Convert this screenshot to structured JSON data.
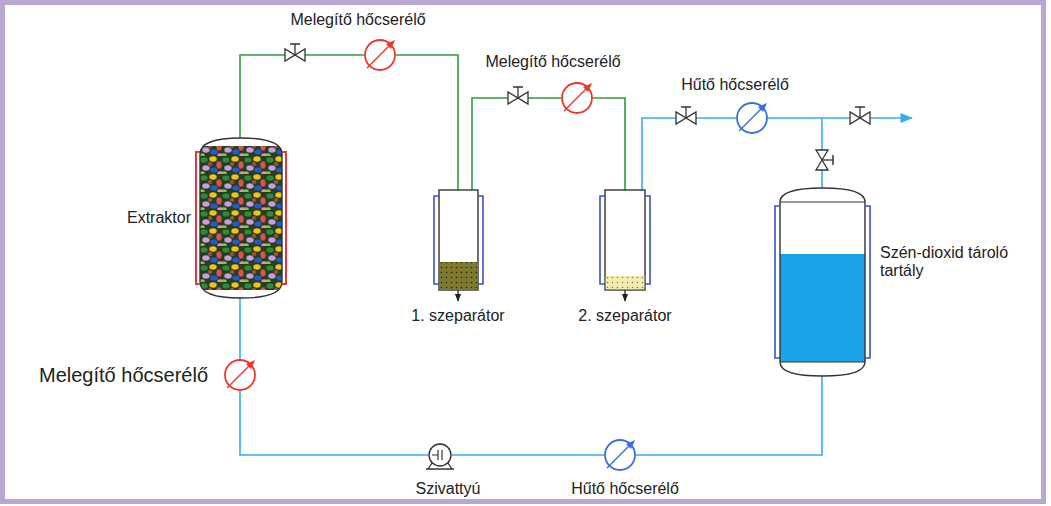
{
  "diagram": {
    "nodes": [
      {
        "text": [
          "Melegítő hőcserélő"
        ]
      },
      {
        "text": [
          "Melegítő hőcserélő"
        ]
      },
      {
        "text": [
          "Hűtő hőcserélő"
        ]
      },
      {
        "text": [
          "Extraktor"
        ]
      },
      {
        "text": [
          "1. szeparátor"
        ]
      },
      {
        "text": [
          "2. szeparátor"
        ]
      },
      {
        "text": [
          "Szén-dioxid tároló tartály"
        ]
      },
      {
        "text": [
          "Melegítő hőcserélő"
        ]
      },
      {
        "text": [
          "Szivattyú"
        ]
      },
      {
        "text": [
          "Hűtő hőcserélő"
        ]
      }
    ],
    "edges": [
      {
        "from": 3,
        "to": 0,
        "arrow": "none"
      },
      {
        "from": 0,
        "to": 4,
        "arrow": "none"
      },
      {
        "from": 4,
        "to": 1,
        "arrow": "none"
      },
      {
        "from": 1,
        "to": 5,
        "arrow": "none"
      },
      {
        "from": 5,
        "to": 2,
        "arrow": "none"
      },
      {
        "from": 2,
        "to": 6,
        "arrow": "none"
      },
      {
        "from": 6,
        "to": 9,
        "arrow": "none"
      },
      {
        "from": 9,
        "to": 8,
        "arrow": "none"
      },
      {
        "from": 8,
        "to": 7,
        "arrow": "none"
      },
      {
        "from": 7,
        "to": 3,
        "arrow": "none"
      }
    ]
  }
}
